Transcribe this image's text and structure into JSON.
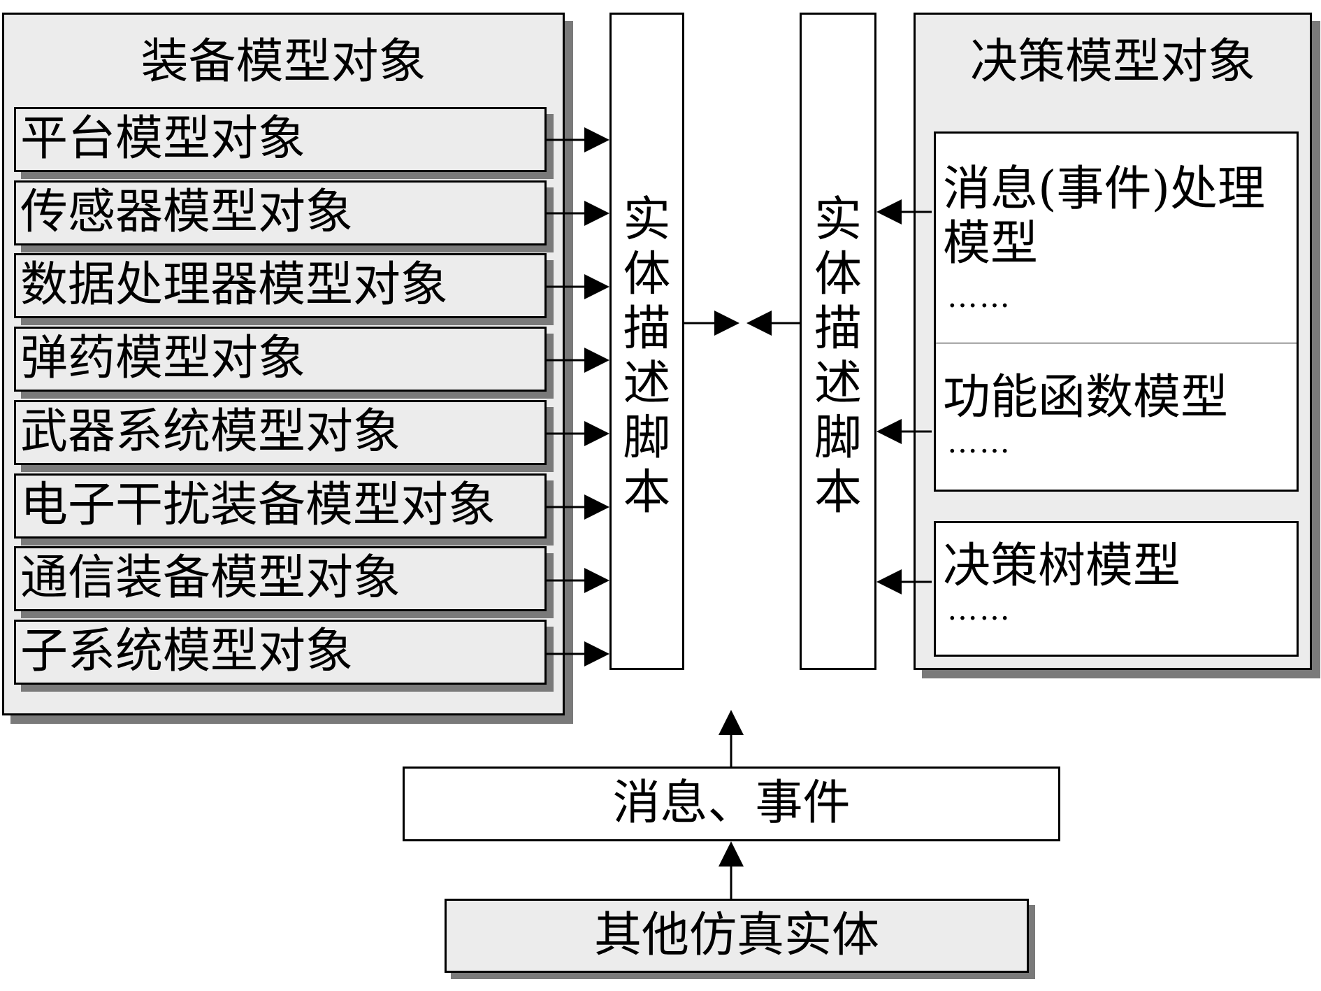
{
  "equipment_panel": {
    "title": "装备模型对象",
    "items": [
      "平台模型对象",
      "传感器模型对象",
      "数据处理器模型对象",
      "弹药模型对象",
      "武器系统模型对象",
      "电子干扰装备模型对象",
      "通信装备模型对象",
      "子系统模型对象"
    ]
  },
  "entity_script_left": [
    "实",
    "体",
    "描",
    "述",
    "脚",
    "本"
  ],
  "entity_script_right": [
    "实",
    "体",
    "描",
    "述",
    "脚",
    "本"
  ],
  "decision_panel": {
    "title": "决策模型对象",
    "event_model": {
      "line1": "消息(事件)处理",
      "line2": "模型",
      "dots": "……"
    },
    "function_model": {
      "label": "功能函数模型",
      "dots": "……"
    },
    "tree_model": {
      "label": "决策树模型",
      "dots": "……"
    }
  },
  "messages_box": {
    "label": "消息、事件"
  },
  "other_entities_box": {
    "label": "其他仿真实体"
  }
}
